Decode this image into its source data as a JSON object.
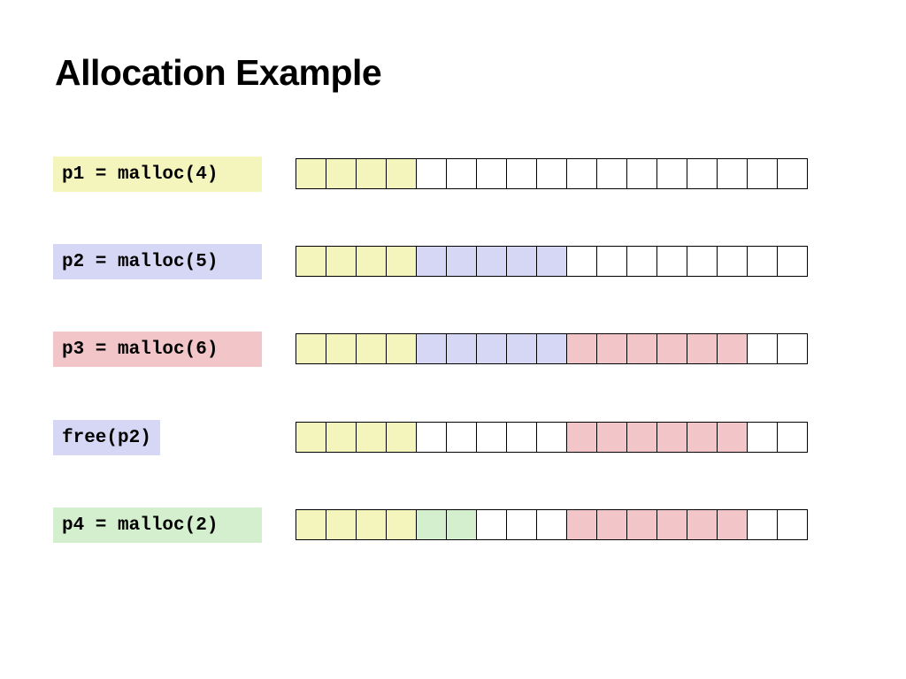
{
  "title": "Allocation Example",
  "colors": {
    "p1": "#f4f4bd",
    "p2": "#d6d6f5",
    "p3": "#f2c6c8",
    "p4": "#d3efcd",
    "free": "#ffffff"
  },
  "rows": [
    {
      "label": "p1 = malloc(4)",
      "label_color": "p1",
      "cells": [
        "p1",
        "p1",
        "p1",
        "p1",
        "free",
        "free",
        "free",
        "free",
        "free",
        "free",
        "free",
        "free",
        "free",
        "free",
        "free",
        "free",
        "free"
      ]
    },
    {
      "label": "p2 = malloc(5)",
      "label_color": "p2",
      "cells": [
        "p1",
        "p1",
        "p1",
        "p1",
        "p2",
        "p2",
        "p2",
        "p2",
        "p2",
        "free",
        "free",
        "free",
        "free",
        "free",
        "free",
        "free",
        "free"
      ]
    },
    {
      "label": "p3 = malloc(6)",
      "label_color": "p3",
      "cells": [
        "p1",
        "p1",
        "p1",
        "p1",
        "p2",
        "p2",
        "p2",
        "p2",
        "p2",
        "p3",
        "p3",
        "p3",
        "p3",
        "p3",
        "p3",
        "free",
        "free"
      ]
    },
    {
      "label": "free(p2)",
      "label_color": "p2",
      "cells": [
        "p1",
        "p1",
        "p1",
        "p1",
        "free",
        "free",
        "free",
        "free",
        "free",
        "p3",
        "p3",
        "p3",
        "p3",
        "p3",
        "p3",
        "free",
        "free"
      ]
    },
    {
      "label": "p4 = malloc(2)",
      "label_color": "p4",
      "cells": [
        "p1",
        "p1",
        "p1",
        "p1",
        "p4",
        "p4",
        "free",
        "free",
        "free",
        "p3",
        "p3",
        "p3",
        "p3",
        "p3",
        "p3",
        "free",
        "free"
      ]
    }
  ]
}
